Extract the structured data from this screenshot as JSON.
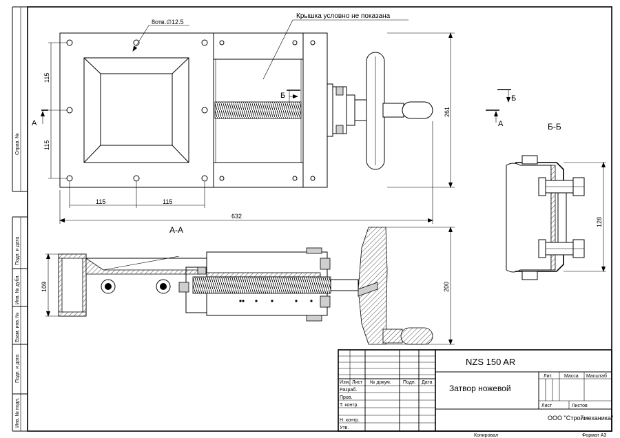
{
  "drawing": {
    "note_holes": "8отв.∅12.5",
    "note_cover": "Крышка условно не показана",
    "section_aa": "А-А",
    "section_bb": "Б-Б",
    "mark_a": "А",
    "mark_b": "Б",
    "dims": {
      "d115_v1": "115",
      "d115_v2": "115",
      "d115_h1": "115",
      "d115_h2": "115",
      "d261": "261",
      "d632": "632",
      "d109": "109",
      "d200": "200",
      "d128": "128"
    }
  },
  "side_strip": {
    "sprav": "Справ. №",
    "podp1": "Подп. и дата",
    "inv_dubl": "Инв. № дубл.",
    "vzam": "Взам. инв. №",
    "podp2": "Подп. и дата",
    "inv_podl": "Инв. № подл."
  },
  "title_block": {
    "designation": "NZS 150 AR",
    "name": "Затвор ножевой",
    "company": "ООО \"Строймеханика\"",
    "col_izm": "Изм.",
    "col_list": "Лист",
    "col_doc": "№ докум.",
    "col_podp": "Подп.",
    "col_date": "Дата",
    "row_razrab": "Разраб.",
    "row_prov": "Пров.",
    "row_tkontr": "Т. контр.",
    "row_nkontr": "Н. контр.",
    "row_utv": "Утв.",
    "lit": "Лит.",
    "massa": "Масса",
    "masshtab": "Масштаб",
    "list": "Лист",
    "listov": "Листов"
  },
  "footer": {
    "kopiroval": "Копировал",
    "format": "Формат А3"
  }
}
